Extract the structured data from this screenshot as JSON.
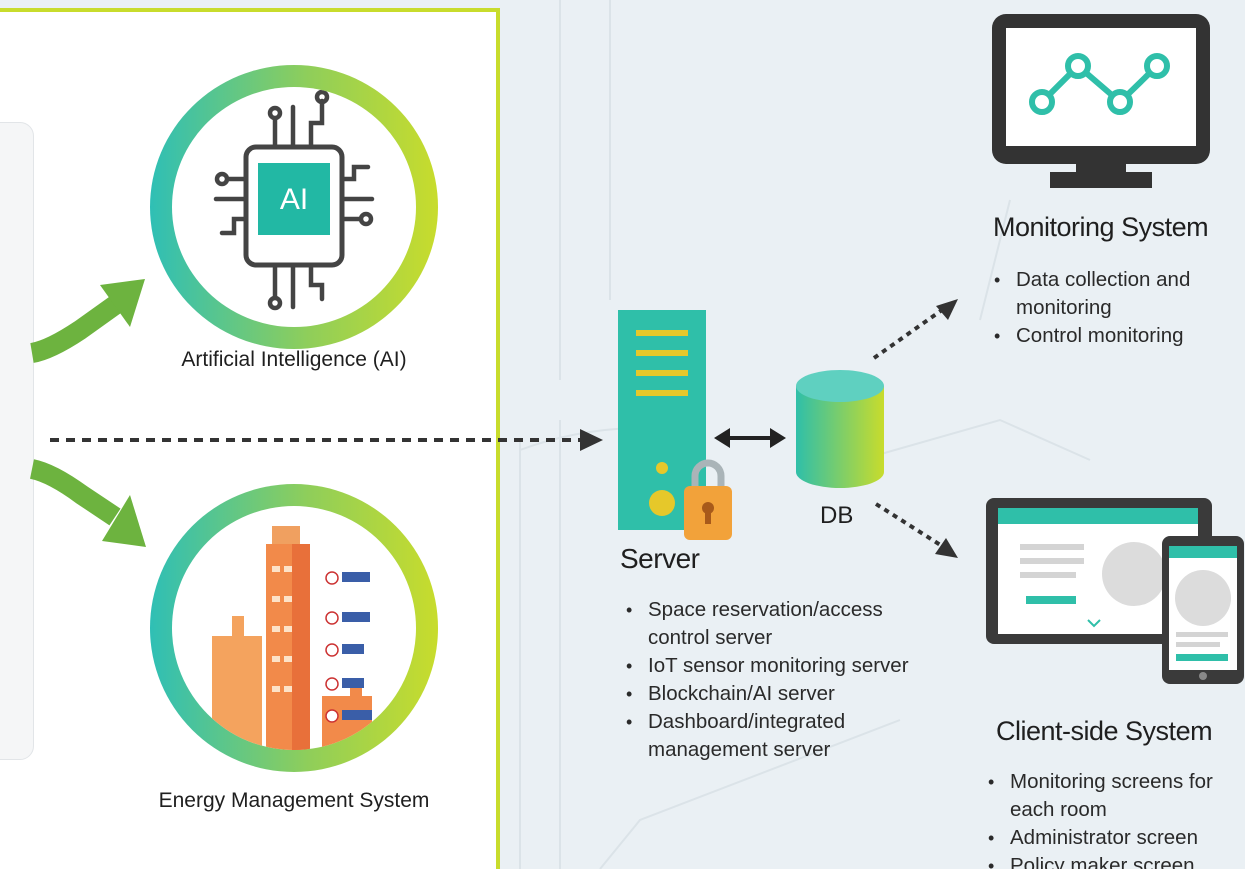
{
  "ai": {
    "caption": "Artificial Intelligence (AI)",
    "chip_text": "AI"
  },
  "ems": {
    "caption": "Energy Management System"
  },
  "server": {
    "title": "Server",
    "items": [
      "Space reservation/access control server",
      "IoT sensor monitoring server",
      "Blockchain/AI server",
      "Dashboard/integrated management server"
    ]
  },
  "db": {
    "label": "DB"
  },
  "monitoring": {
    "title": "Monitoring System",
    "items": [
      "Data collection and monitoring",
      "Control monitoring"
    ]
  },
  "client": {
    "title": "Client-side System",
    "items": [
      "Monitoring screens for each room",
      "Administrator screen",
      "Policy maker screen"
    ]
  },
  "colors": {
    "accent_green": "#c8dc2c",
    "arrow_green": "#6db33f",
    "teal": "#2fbfa9",
    "dark": "#333333"
  }
}
